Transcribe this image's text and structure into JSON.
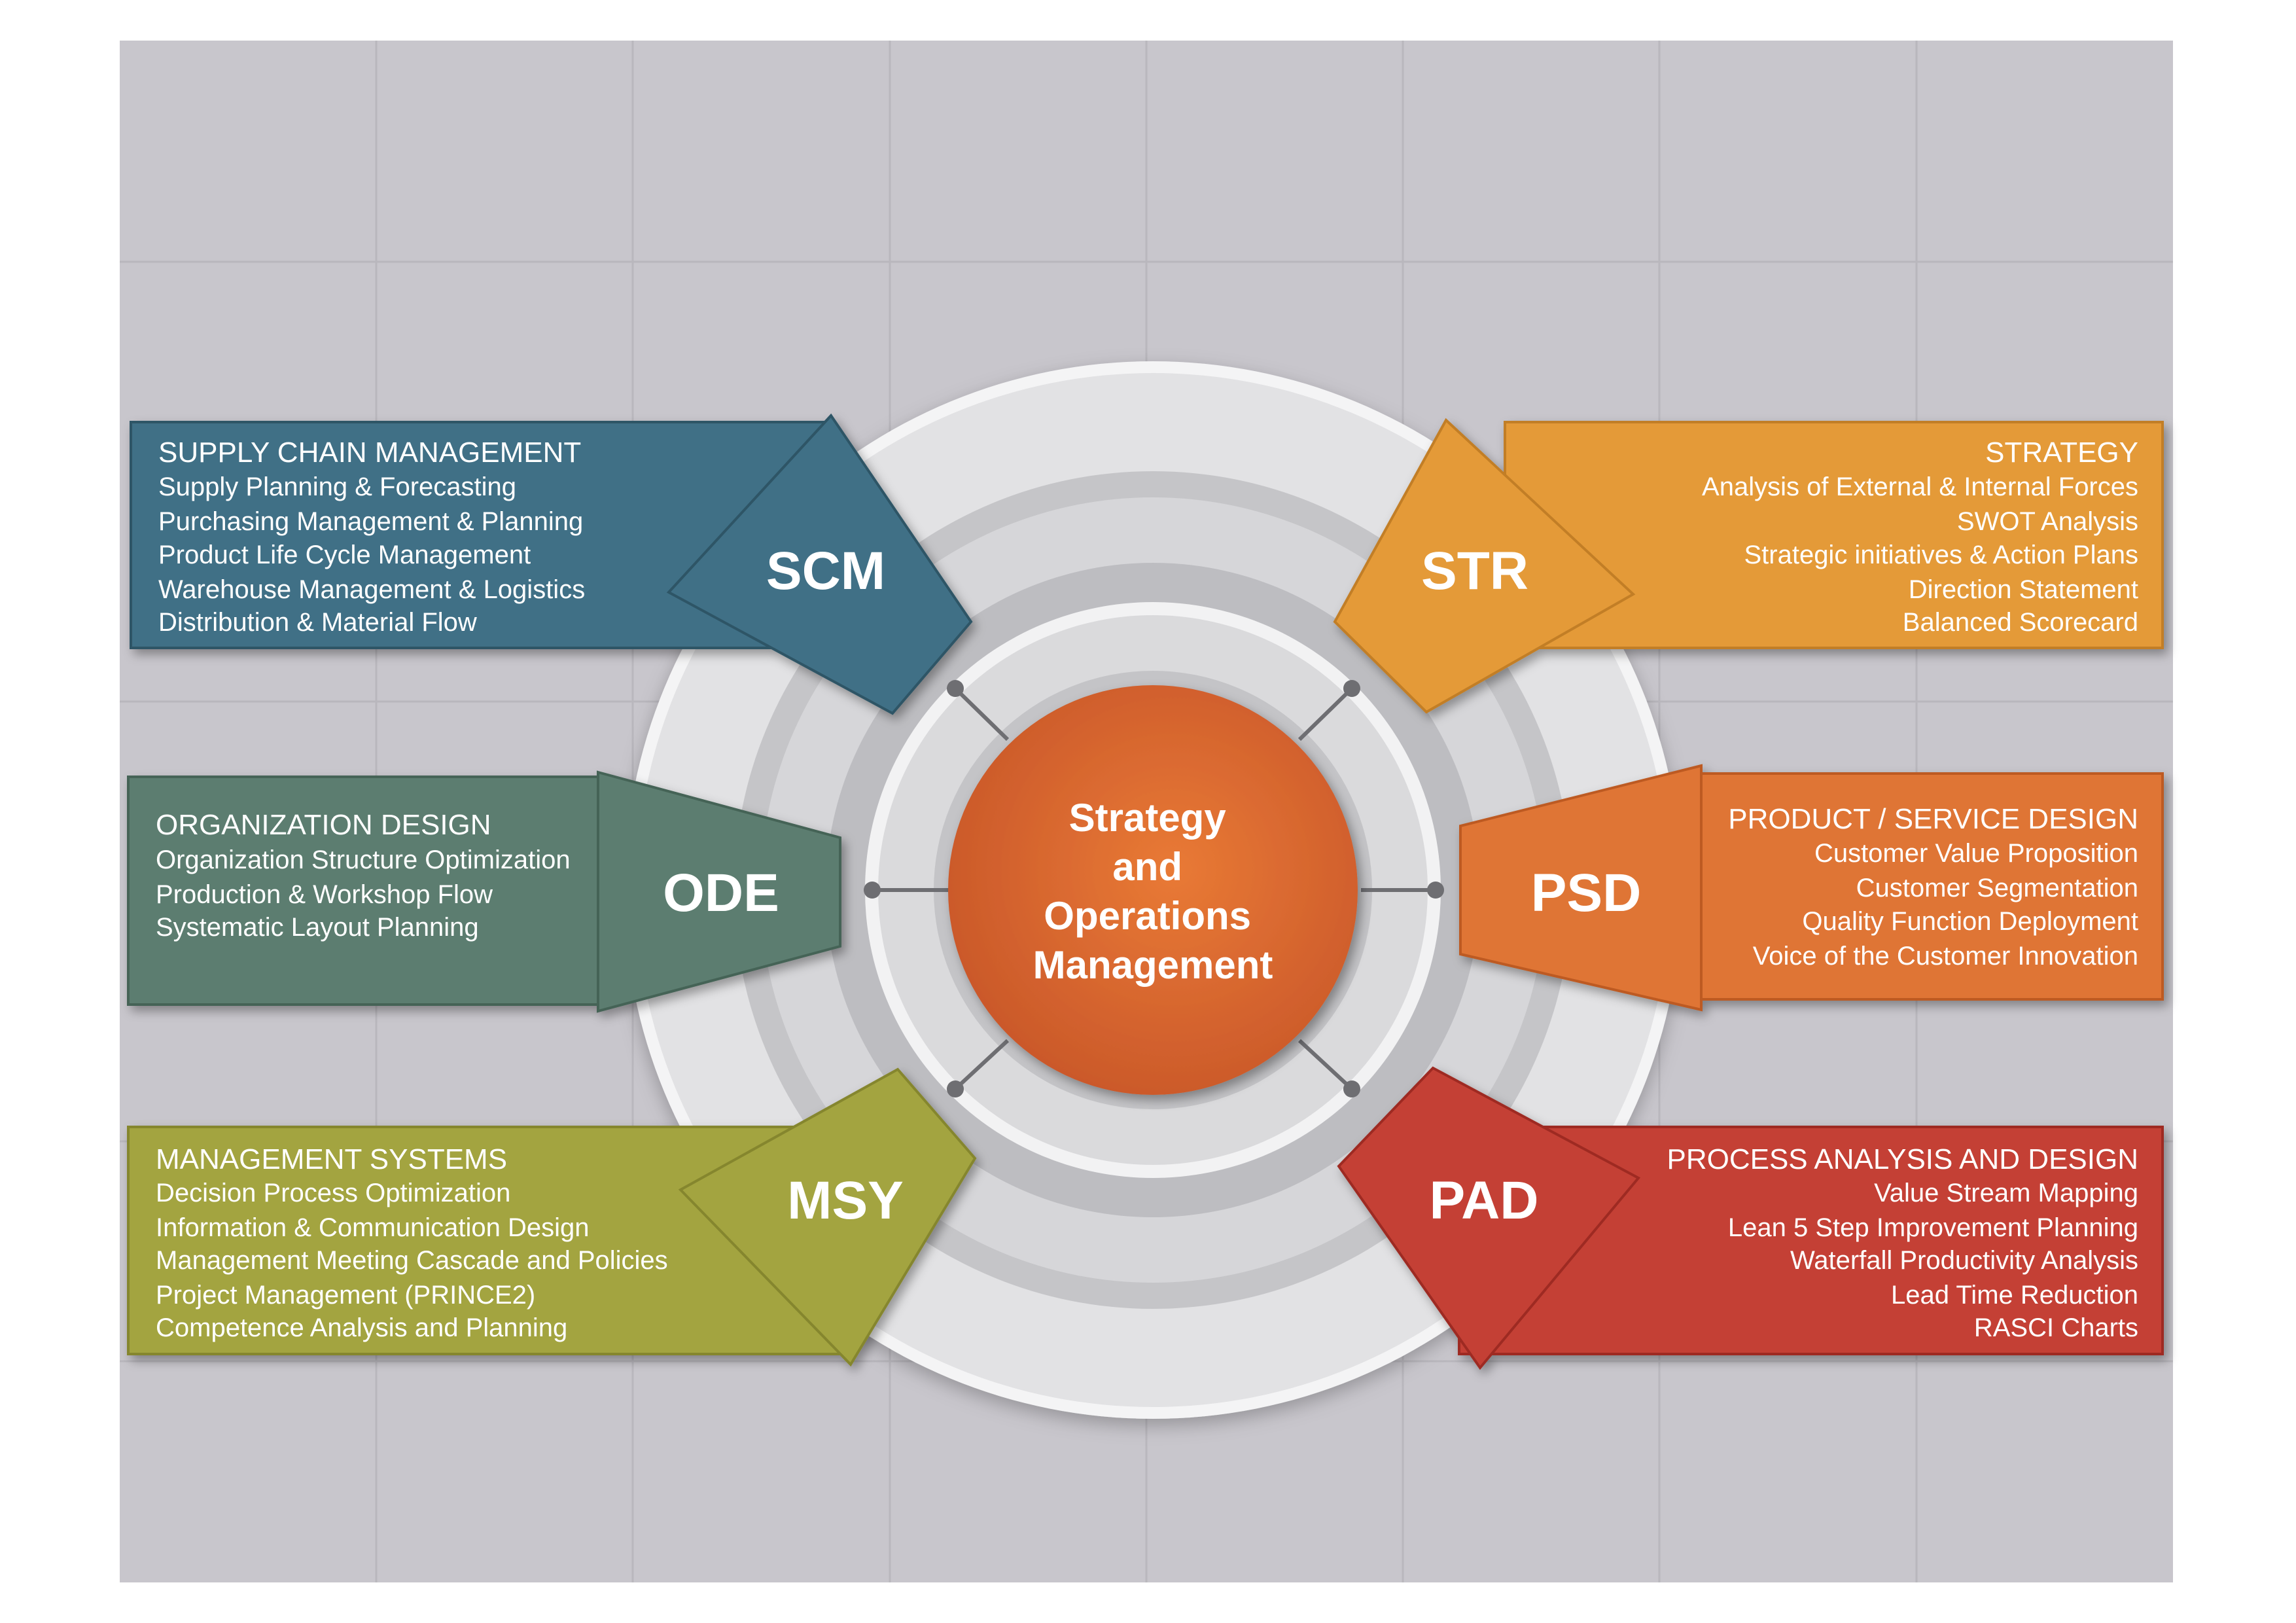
{
  "center": {
    "lines": [
      "Strategy",
      "and",
      "Operations",
      "Management"
    ]
  },
  "modules": {
    "scm": {
      "code": "SCM",
      "title": "SUPPLY CHAIN MANAGEMENT",
      "items": [
        "Supply Planning & Forecasting",
        "Purchasing Management & Planning",
        "Product Life Cycle Management",
        "Warehouse Management & Logistics",
        "Distribution & Material Flow"
      ],
      "color": "#3f6f86"
    },
    "ode": {
      "code": "ODE",
      "title": "ORGANIZATION DESIGN",
      "items": [
        "Organization Structure Optimization",
        "Production & Workshop Flow",
        "Systematic Layout Planning"
      ],
      "color": "#5b7d70"
    },
    "msy": {
      "code": "MSY",
      "title": "MANAGEMENT SYSTEMS",
      "items": [
        "Decision Process Optimization",
        "Information & Communication Design",
        "Management Meeting Cascade and Policies",
        "Project Management (PRINCE2)",
        "Competence Analysis and Planning"
      ],
      "color": "#a3a43f"
    },
    "str": {
      "code": "STR",
      "title": "STRATEGY",
      "items": [
        "Analysis of External & Internal Forces",
        "SWOT Analysis",
        "Strategic initiatives & Action Plans",
        "Direction Statement",
        "Balanced Scorecard"
      ],
      "color": "#e49a38"
    },
    "psd": {
      "code": "PSD",
      "title": "PRODUCT / SERVICE DESIGN",
      "items": [
        "Customer Value Proposition",
        "Customer Segmentation",
        "Quality Function Deployment",
        "Voice of the Customer Innovation"
      ],
      "color": "#df7535"
    },
    "pad": {
      "code": "PAD",
      "title": "PROCESS ANALYSIS AND DESIGN",
      "items": [
        "Value Stream Mapping",
        "Lean 5 Step Improvement Planning",
        "Waterfall Productivity Analysis",
        "Lead Time Reduction",
        "RASCI Charts"
      ],
      "color": "#c44136"
    }
  },
  "colors": {
    "background_panel": "#c8c6cc",
    "grid_line": "#b9b7bd",
    "ring_outer": "#e4e4e6",
    "ring_mid": "#cfcfd2",
    "ring_inner": "#dcdcde",
    "center_fill": "#dd6a2f",
    "text_light": "#ffffff"
  }
}
